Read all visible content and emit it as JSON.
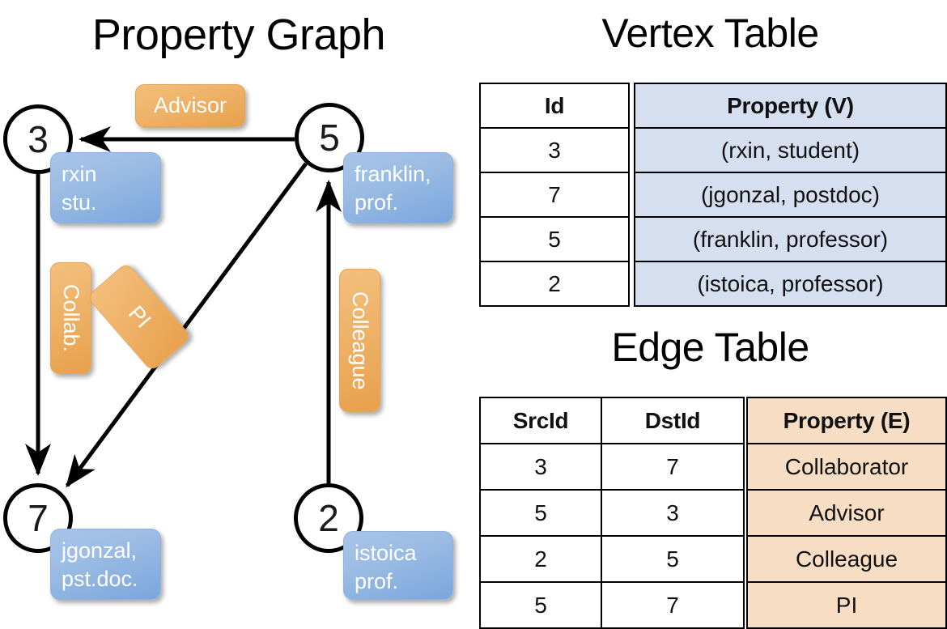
{
  "titles": {
    "property_graph": "Property Graph",
    "vertex_table": "Vertex Table",
    "edge_table": "Edge Table"
  },
  "graph": {
    "nodes": [
      {
        "id": "3",
        "prop_line1": "rxin",
        "prop_line2": "stu."
      },
      {
        "id": "5",
        "prop_line1": "franklin,",
        "prop_line2": "prof."
      },
      {
        "id": "7",
        "prop_line1": "jgonzal,",
        "prop_line2": "pst.doc."
      },
      {
        "id": "2",
        "prop_line1": "istoica",
        "prop_line2": "prof."
      }
    ],
    "edge_labels": [
      {
        "text": "Advisor",
        "orientation": "horizontal"
      },
      {
        "text": "Collab.",
        "orientation": "vertical"
      },
      {
        "text": "PI",
        "orientation": "rotated"
      },
      {
        "text": "Colleague",
        "orientation": "vertical"
      }
    ]
  },
  "vertex_table": {
    "headers": [
      "Id",
      "Property (V)"
    ],
    "rows": [
      {
        "id": "3",
        "property": "(rxin, student)"
      },
      {
        "id": "7",
        "property": "(jgonzal, postdoc)"
      },
      {
        "id": "5",
        "property": "(franklin, professor)"
      },
      {
        "id": "2",
        "property": "(istoica, professor)"
      }
    ]
  },
  "edge_table": {
    "headers": [
      "SrcId",
      "DstId",
      "Property (E)"
    ],
    "rows": [
      {
        "src": "3",
        "dst": "7",
        "property": "Collaborator"
      },
      {
        "src": "5",
        "dst": "3",
        "property": "Advisor"
      },
      {
        "src": "2",
        "dst": "5",
        "property": "Colleague"
      },
      {
        "src": "5",
        "dst": "7",
        "property": "PI"
      }
    ]
  },
  "colors": {
    "vertex_property_fill": "#d6dff0",
    "edge_property_fill": "#f6ddc3",
    "node_box_blue": "#7aa6dc",
    "edge_label_orange": "#eeb268",
    "background": "#ffffff",
    "stroke": "#000000"
  }
}
